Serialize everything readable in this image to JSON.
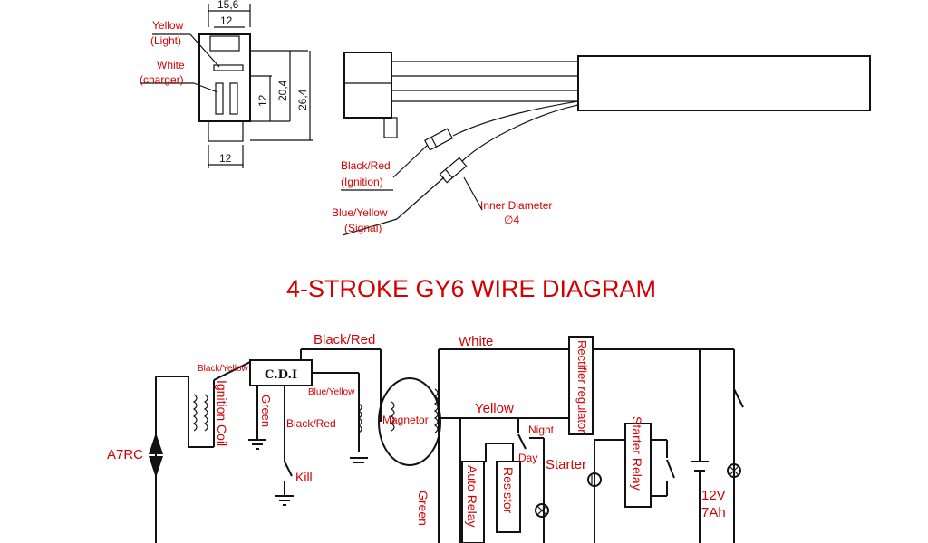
{
  "title": "4-STROKE GY6 WIRE DIAGRAM",
  "connector": {
    "dim_top_outer": "15,6",
    "dim_top_inner": "12",
    "dim_bottom": "12",
    "dim_h1": "12",
    "dim_h2": "20,4",
    "dim_h3": "26,4",
    "label_yellow": "Yellow",
    "label_yellow_sub": "(Light)",
    "label_white": "White",
    "label_white_sub": "(charger)"
  },
  "harness": {
    "label_black_red": "Black/Red",
    "label_black_red_sub": "(Ignition)",
    "label_blue_yellow": "Blue/Yellow",
    "label_blue_yellow_sub": "(Signal)",
    "label_inner_diameter": "Inner Diameter",
    "label_diameter_value": "∅4"
  },
  "wiring": {
    "black_red_top": "Black/Red",
    "white": "White",
    "black_yellow": "Black/Yellow",
    "cdi": "C.D.I",
    "blue_yellow": "Blue/Yellow",
    "ignition_coil": "Ignition Coil",
    "green_left": "Green",
    "black_red_mid": "Black/Red",
    "a7rc": "A7RC",
    "kill": "Kill",
    "magnetor": "Magnetor",
    "yellow": "Yellow",
    "night": "Night",
    "day": "Day",
    "starter": "Starter",
    "rectifier": "Rectifier regulator",
    "starter_relay": "Starter Relay",
    "auto_relay": "Auto Relay",
    "resistor": "Resistor",
    "green_bottom": "Green",
    "battery_voltage": "12V",
    "battery_capacity": "7Ah"
  }
}
